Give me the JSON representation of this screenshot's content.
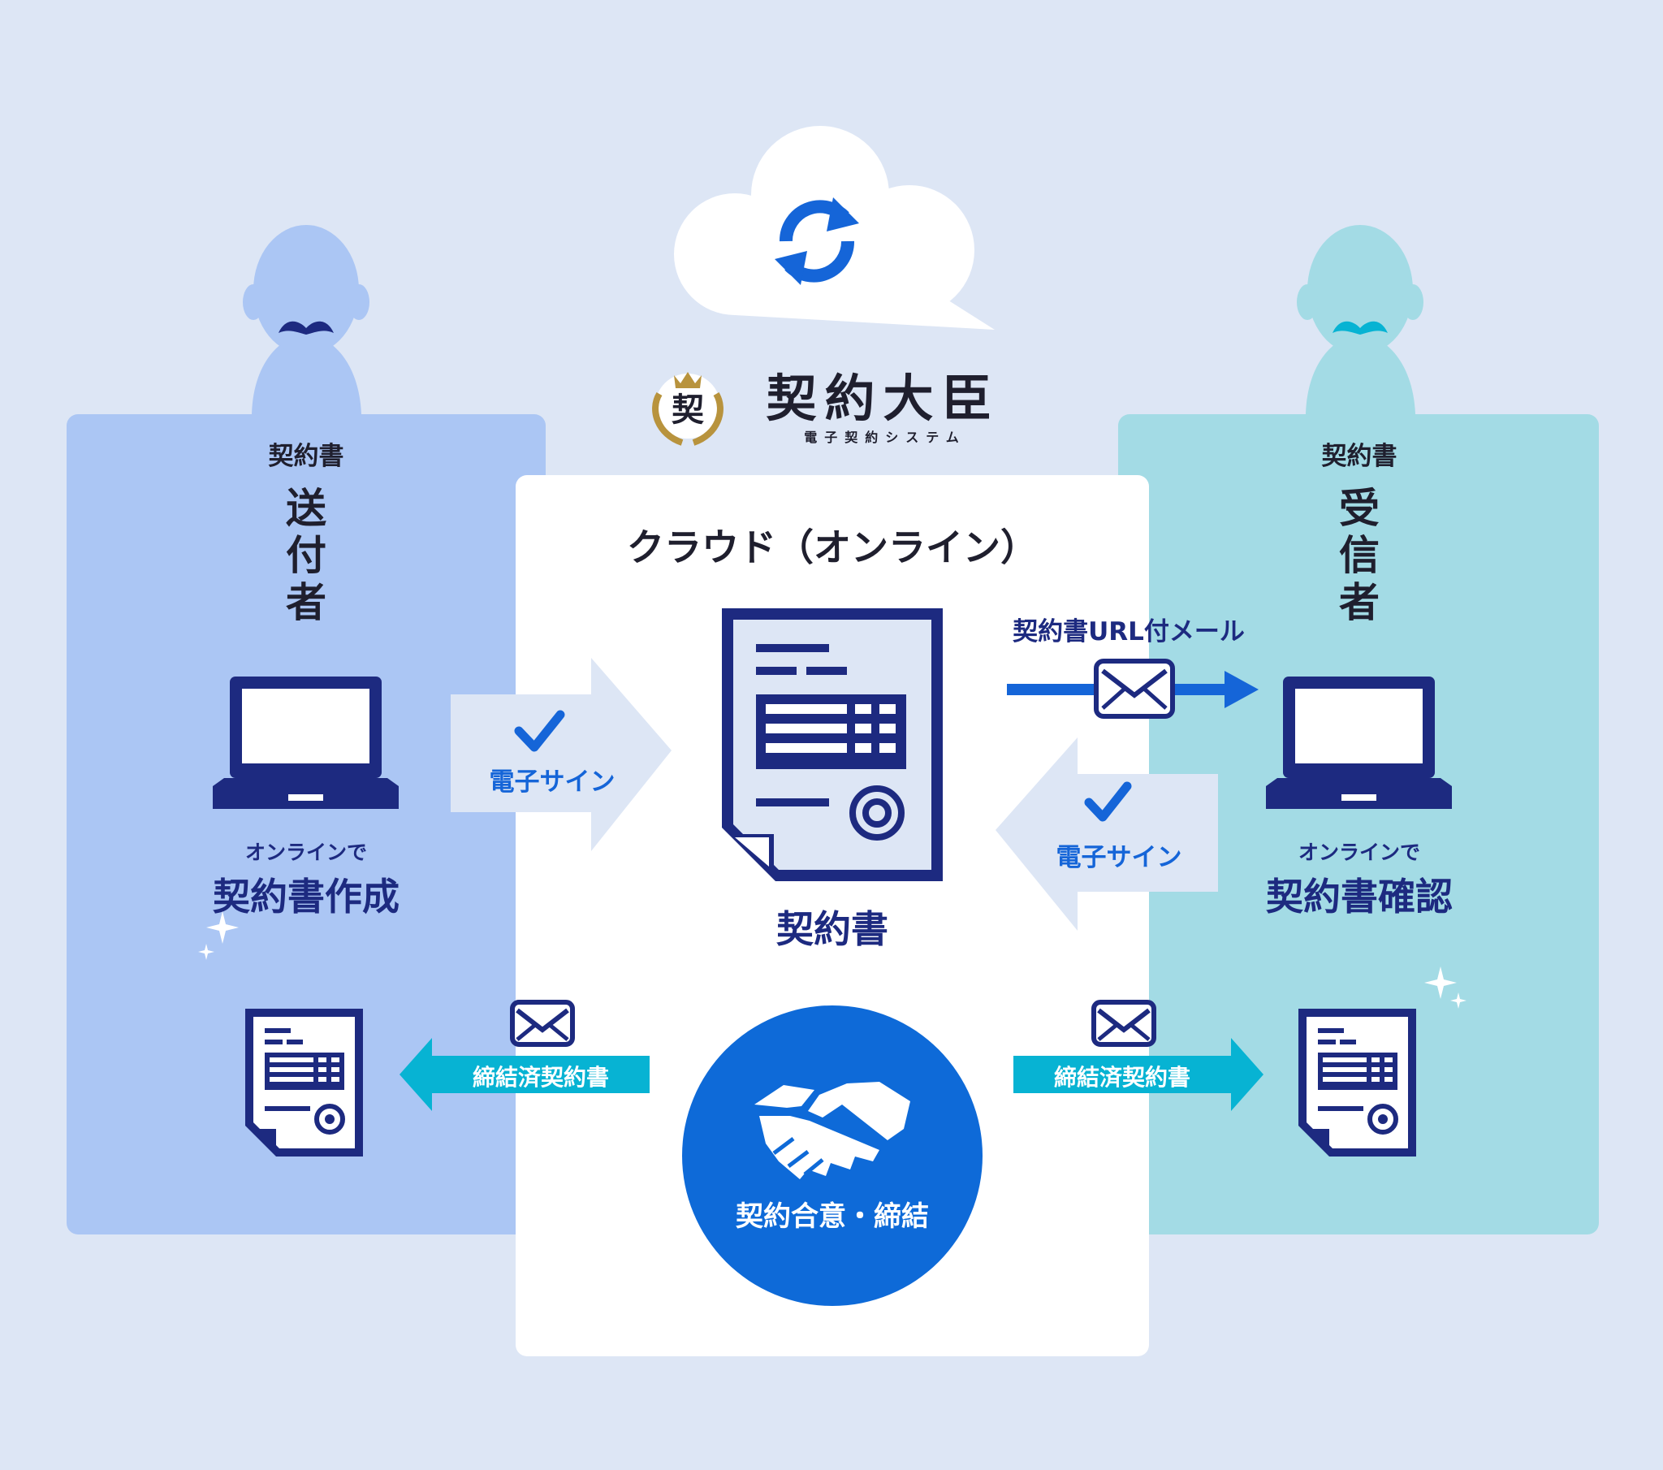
{
  "logo": {
    "emblem_char": "契",
    "brand_name": "契約大臣",
    "brand_sub": "電子契約システム"
  },
  "sender": {
    "caption": "契約書",
    "role": "送付者",
    "action_prefix": "オンラインで",
    "action": "契約書作成"
  },
  "receiver": {
    "caption": "契約書",
    "role": "受信者",
    "action_prefix": "オンラインで",
    "action": "契約書確認"
  },
  "cloud_box": {
    "title": "クラウド（オンライン）",
    "document_label": "契約書",
    "agreement_label": "契約合意・締結"
  },
  "flows": {
    "sign_left": "電子サイン",
    "sign_right": "電子サイン",
    "url_mail": "契約書URL付メール",
    "signed_left": "締結済契約書",
    "signed_right": "締結済契約書"
  },
  "colors": {
    "background": "#dde6f5",
    "sender_panel": "#abc6f4",
    "receiver_panel": "#a3dbe5",
    "navy": "#1d2a80",
    "blue": "#1565d8",
    "cyan": "#07b3d3"
  },
  "icons": [
    "sync-icon",
    "cloud-icon",
    "person-icon",
    "laptop-icon",
    "document-icon",
    "envelope-icon",
    "checkmark-icon",
    "handshake-icon",
    "sparkle-icon"
  ]
}
